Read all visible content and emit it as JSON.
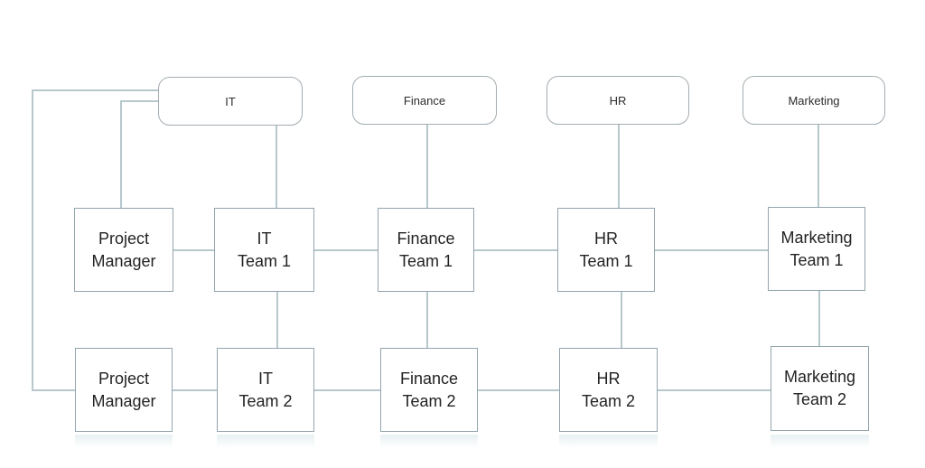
{
  "diagram": {
    "title": "matrix-org-chart",
    "colors": {
      "connector": "#b7c8cd",
      "department_border": "#a3acb2",
      "team_border": "#93a4ad",
      "text": "#232323",
      "background": "#ffffff"
    },
    "departments": [
      {
        "id": "it",
        "label": "IT"
      },
      {
        "id": "finance",
        "label": "Finance"
      },
      {
        "id": "hr",
        "label": "HR"
      },
      {
        "id": "marketing",
        "label": "Marketing"
      }
    ],
    "row1": [
      {
        "id": "project-manager-1",
        "line1": "Project",
        "line2": "Manager"
      },
      {
        "id": "it-team-1",
        "line1": "IT",
        "line2": "Team 1"
      },
      {
        "id": "finance-team-1",
        "line1": "Finance",
        "line2": "Team 1"
      },
      {
        "id": "hr-team-1",
        "line1": "HR",
        "line2": "Team 1"
      },
      {
        "id": "marketing-team-1",
        "line1": "Marketing",
        "line2": "Team 1"
      }
    ],
    "row2": [
      {
        "id": "project-manager-2",
        "line1": "Project",
        "line2": "Manager"
      },
      {
        "id": "it-team-2",
        "line1": "IT",
        "line2": "Team 2"
      },
      {
        "id": "finance-team-2",
        "line1": "Finance",
        "line2": "Team 2"
      },
      {
        "id": "hr-team-2",
        "line1": "HR",
        "line2": "Team 2"
      },
      {
        "id": "marketing-team-2",
        "line1": "Marketing",
        "line2": "Team 2"
      }
    ],
    "edges": [
      {
        "from": "it",
        "to": "project-manager-1"
      },
      {
        "from": "it",
        "to": "project-manager-2"
      },
      {
        "from": "it",
        "to": "it-team-1"
      },
      {
        "from": "finance",
        "to": "finance-team-1"
      },
      {
        "from": "hr",
        "to": "hr-team-1"
      },
      {
        "from": "marketing",
        "to": "marketing-team-1"
      },
      {
        "from": "project-manager-1",
        "to": "it-team-1"
      },
      {
        "from": "it-team-1",
        "to": "finance-team-1"
      },
      {
        "from": "finance-team-1",
        "to": "hr-team-1"
      },
      {
        "from": "hr-team-1",
        "to": "marketing-team-1"
      },
      {
        "from": "it-team-1",
        "to": "it-team-2"
      },
      {
        "from": "finance-team-1",
        "to": "finance-team-2"
      },
      {
        "from": "hr-team-1",
        "to": "hr-team-2"
      },
      {
        "from": "marketing-team-1",
        "to": "marketing-team-2"
      },
      {
        "from": "project-manager-2",
        "to": "it-team-2"
      },
      {
        "from": "it-team-2",
        "to": "finance-team-2"
      },
      {
        "from": "finance-team-2",
        "to": "hr-team-2"
      },
      {
        "from": "hr-team-2",
        "to": "marketing-team-2"
      }
    ]
  }
}
